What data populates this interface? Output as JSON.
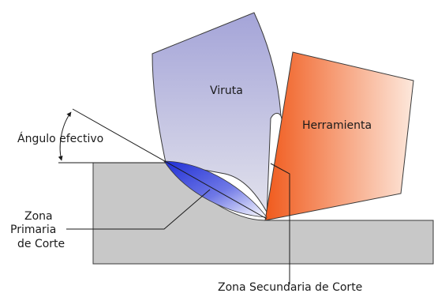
{
  "labels": {
    "chip": "Viruta",
    "tool": "Herramienta",
    "effective_angle": "Ángulo efectivo",
    "primary_zone_line1": "Zona",
    "primary_zone_line2": "Primaria",
    "primary_zone_line3": "de Corte",
    "secondary_zone": "Zona Secundaria de Corte"
  },
  "colors": {
    "workpiece": "#c8c8c8",
    "chip_top": "#a4a4d8",
    "chip_bottom": "#e2e2ec",
    "tool_dark": "#f05a1c",
    "tool_light": "#fde8dc",
    "primary_zone_dark": "#1f2fd6",
    "primary_zone_light": "#ffffff",
    "outline": "#3a3a3a"
  }
}
